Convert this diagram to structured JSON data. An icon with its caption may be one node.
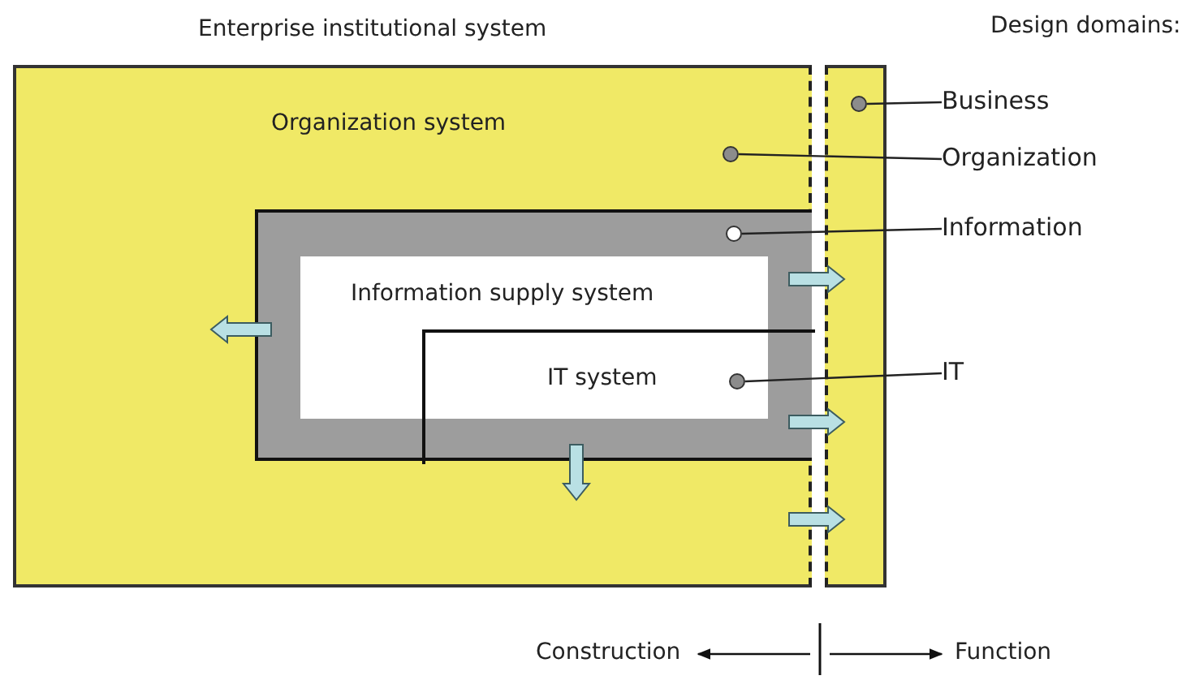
{
  "diagram": {
    "nodes": [
      {
        "text": [
          "Enterprise institutional system",
          "Organization system"
        ]
      },
      {
        "text": [
          "Information supply system"
        ],
        "in": 0
      },
      {
        "text": [
          "IT system"
        ],
        "in": 1
      },
      {
        "text": [],
        "shape": "bar"
      },
      {
        "text": [],
        "shape": "circle",
        "in": 3
      },
      {
        "text": [],
        "shape": "circle",
        "in": 0
      },
      {
        "text": [],
        "shape": "circle",
        "in": 1
      },
      {
        "text": [],
        "shape": "circle",
        "in": 2
      },
      {
        "text": [
          "Business"
        ]
      },
      {
        "text": [
          "Organization"
        ]
      },
      {
        "text": [
          "Information"
        ]
      },
      {
        "text": [
          "IT"
        ]
      }
    ],
    "edges": [
      {
        "from": 8,
        "to": 4,
        "arrow": "none"
      },
      {
        "from": 9,
        "to": 5,
        "arrow": "none"
      },
      {
        "from": 10,
        "to": 6,
        "arrow": "none"
      },
      {
        "from": 11,
        "to": 7,
        "arrow": "none"
      },
      {
        "from": 1,
        "to": 3,
        "arrow": "to",
        "style": "thick"
      },
      {
        "from": 1,
        "to": null,
        "arrow": "to",
        "style": "thick"
      },
      {
        "from": 1,
        "to": 3,
        "arrow": "to",
        "style": "thick"
      },
      {
        "from": 1,
        "to": null,
        "arrow": "to",
        "style": "thick"
      },
      {
        "from": 0,
        "to": 3,
        "arrow": "to",
        "style": "thick"
      }
    ],
    "labels": [
      "Design domains:",
      "Construction",
      "Function"
    ]
  }
}
